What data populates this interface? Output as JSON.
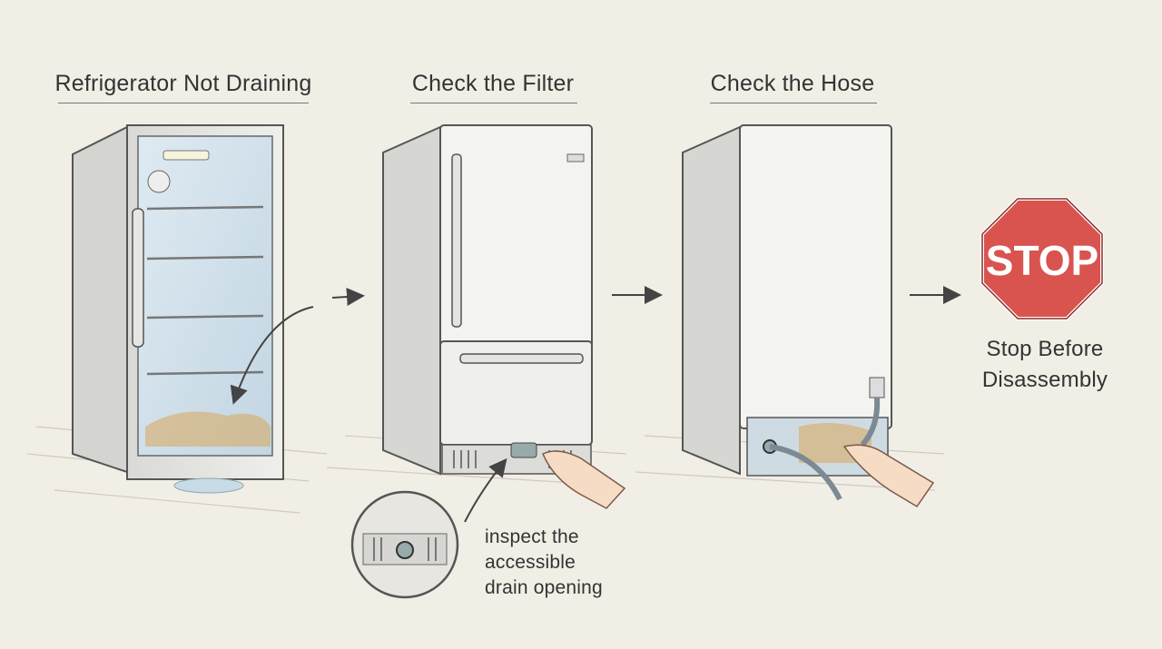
{
  "panels": [
    {
      "title": "Refrigerator Not Draining"
    },
    {
      "title": "Check the Filter"
    },
    {
      "title": "Check the Hose"
    }
  ],
  "stop_sign": {
    "text": "STOP",
    "color": "#d9534f"
  },
  "stop_caption": [
    "Stop Before",
    "Disassembly"
  ],
  "callout": [
    "inspect the",
    "accessible",
    "drain opening"
  ],
  "colors": {
    "background": "#f1eee6",
    "stroke": "#555555",
    "water": "#c8dbe6",
    "stain": "#d9a55a"
  }
}
